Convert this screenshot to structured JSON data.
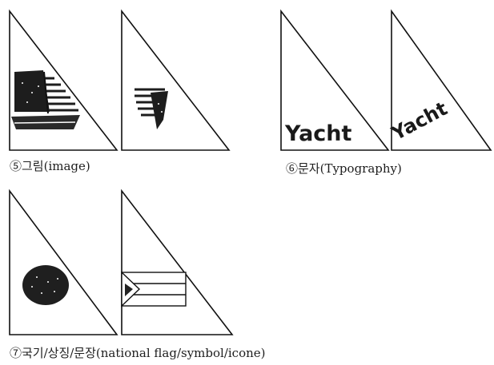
{
  "captions": {
    "image": "⑤그림(image)",
    "typography": "⑥문자(Typography)",
    "national": "⑦국기/상징/문장(national flag/symbol/icone)"
  },
  "typography_sample": {
    "upright": "Yacht",
    "rotated": "Yacht"
  },
  "colors": {
    "ink": "#111111",
    "background": "#ffffff"
  }
}
